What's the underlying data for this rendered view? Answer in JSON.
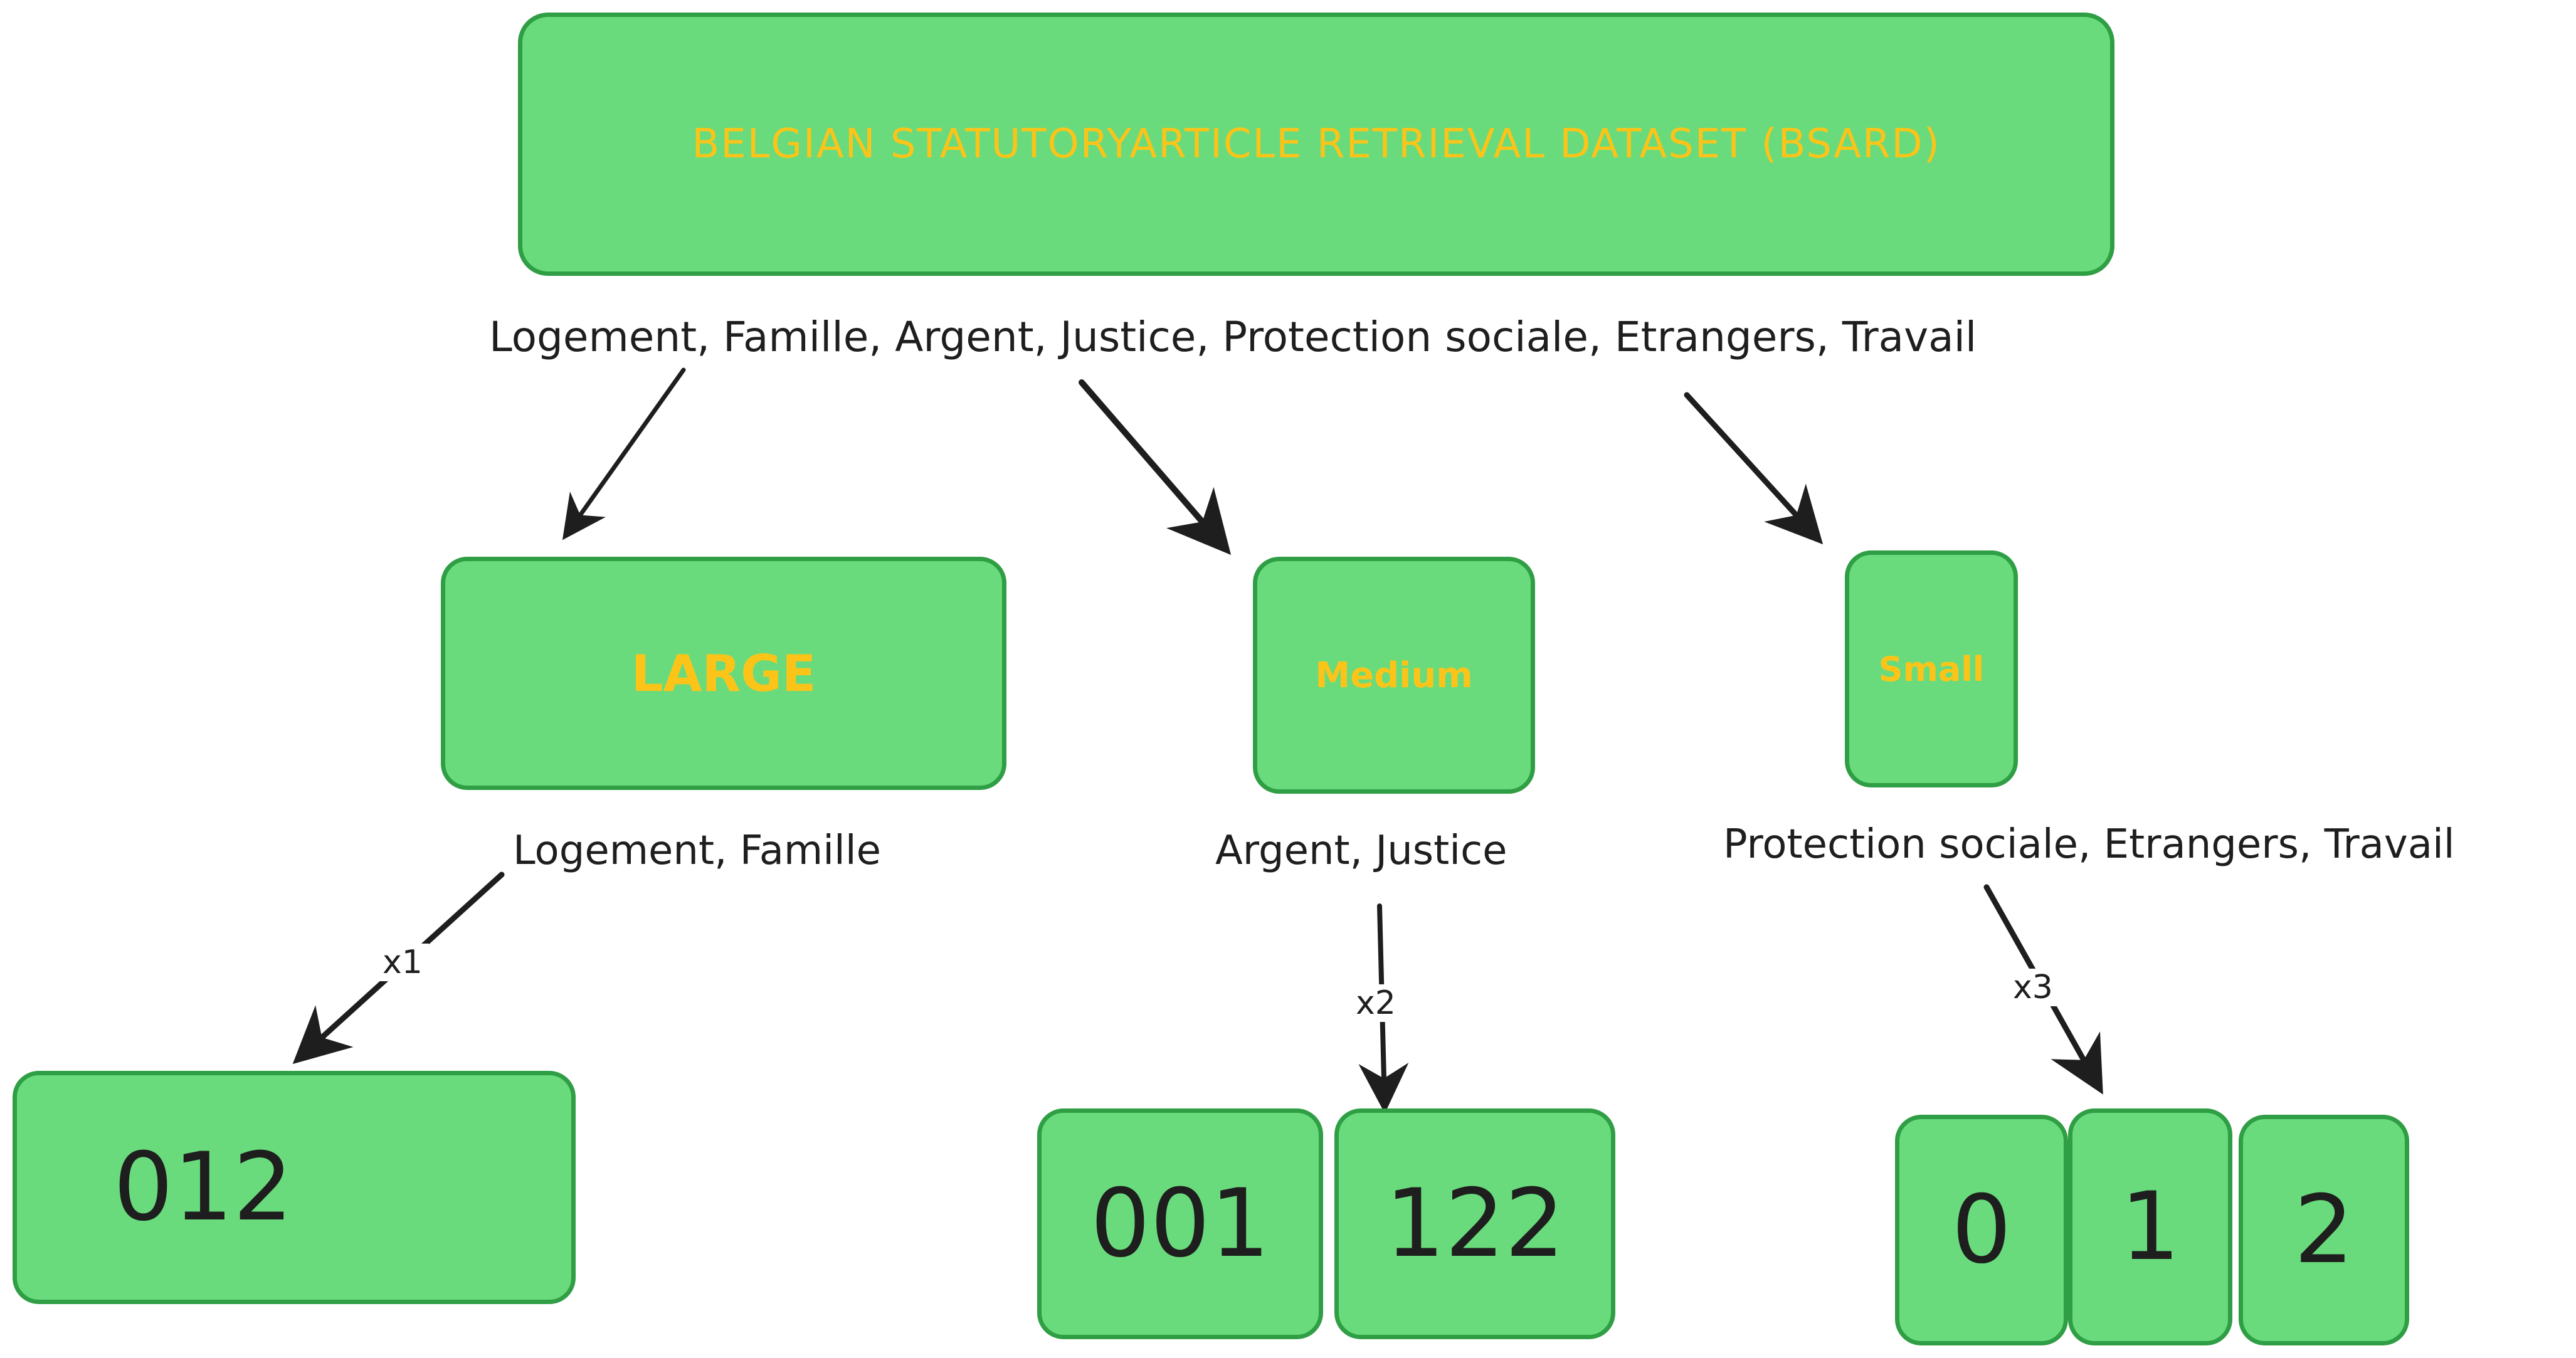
{
  "colors": {
    "box_fill": "#69db7c",
    "box_stroke": "#2f9e44",
    "label_yellow": "#fcc419",
    "ink": "#1e1e1e"
  },
  "root": {
    "title": "BELGIAN STATUTORYARTICLE RETRIEVAL DATASET (BSARD)",
    "categories": "Logement, Famille, Argent, Justice, Protection sociale, Etrangers, Travail"
  },
  "splits": {
    "large": {
      "label": "LARGE",
      "categories": "Logement, Famille",
      "multiplier": "x1",
      "groups": [
        "012"
      ]
    },
    "medium": {
      "label": "Medium",
      "categories": "Argent, Justice",
      "multiplier": "x2",
      "groups": [
        "001",
        "122"
      ]
    },
    "small": {
      "label": "Small",
      "categories": "Protection sociale, Etrangers, Travail",
      "multiplier": "x3",
      "groups": [
        "0",
        "1",
        "2"
      ]
    }
  }
}
